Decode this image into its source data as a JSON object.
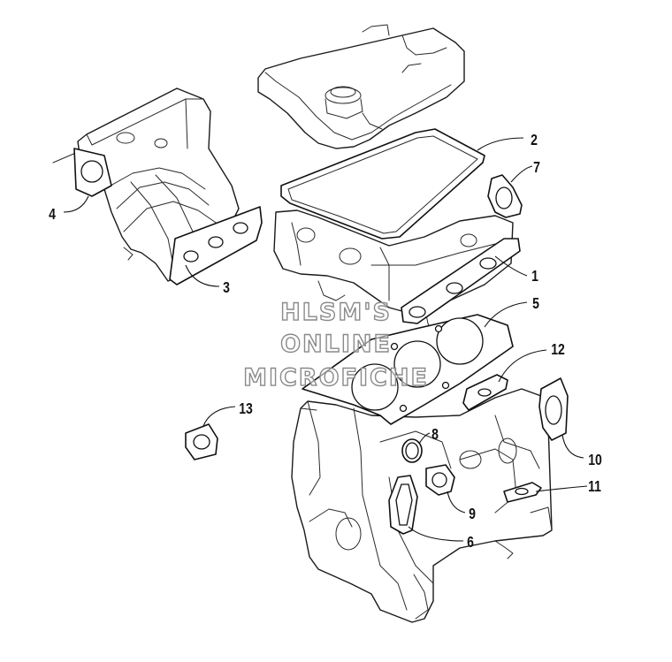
{
  "watermark": {
    "line1": "HLSM'S",
    "line2": "ONLINE",
    "line3": "MICROFICHE"
  },
  "callouts": [
    {
      "id": "c1",
      "text": "1"
    },
    {
      "id": "c2",
      "text": "2"
    },
    {
      "id": "c3",
      "text": "3"
    },
    {
      "id": "c4",
      "text": "4"
    },
    {
      "id": "c5",
      "text": "5"
    },
    {
      "id": "c6",
      "text": "6"
    },
    {
      "id": "c7",
      "text": "7"
    },
    {
      "id": "c8",
      "text": "8"
    },
    {
      "id": "c9",
      "text": "9"
    },
    {
      "id": "c10",
      "text": "10"
    },
    {
      "id": "c11",
      "text": "11"
    },
    {
      "id": "c12",
      "text": "12"
    },
    {
      "id": "c13",
      "text": "13"
    }
  ]
}
